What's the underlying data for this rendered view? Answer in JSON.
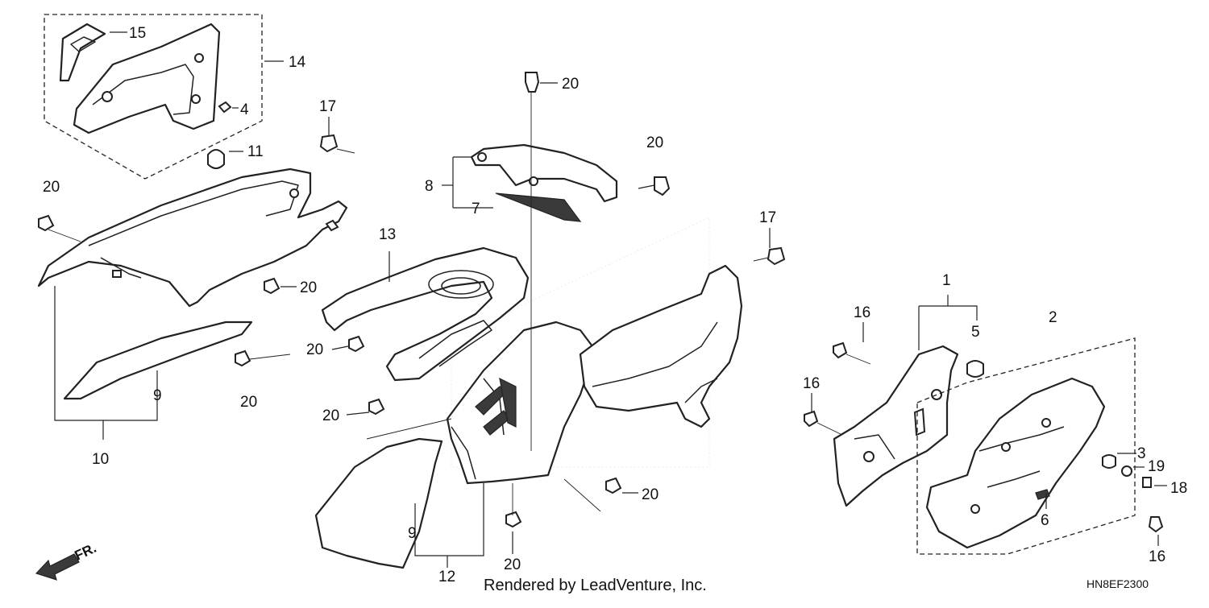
{
  "diagram": {
    "callouts": [
      "1",
      "2",
      "3",
      "4",
      "5",
      "6",
      "7",
      "8",
      "9",
      "9",
      "10",
      "11",
      "12",
      "13",
      "14",
      "15",
      "16",
      "16",
      "16",
      "17",
      "17",
      "18",
      "19",
      "20",
      "20",
      "20",
      "20",
      "20",
      "20",
      "20",
      "20",
      "20"
    ],
    "direction_label": "FR.",
    "footer_text": "Rendered by LeadVenture, Inc.",
    "diagram_code": "HN8EF2300"
  }
}
